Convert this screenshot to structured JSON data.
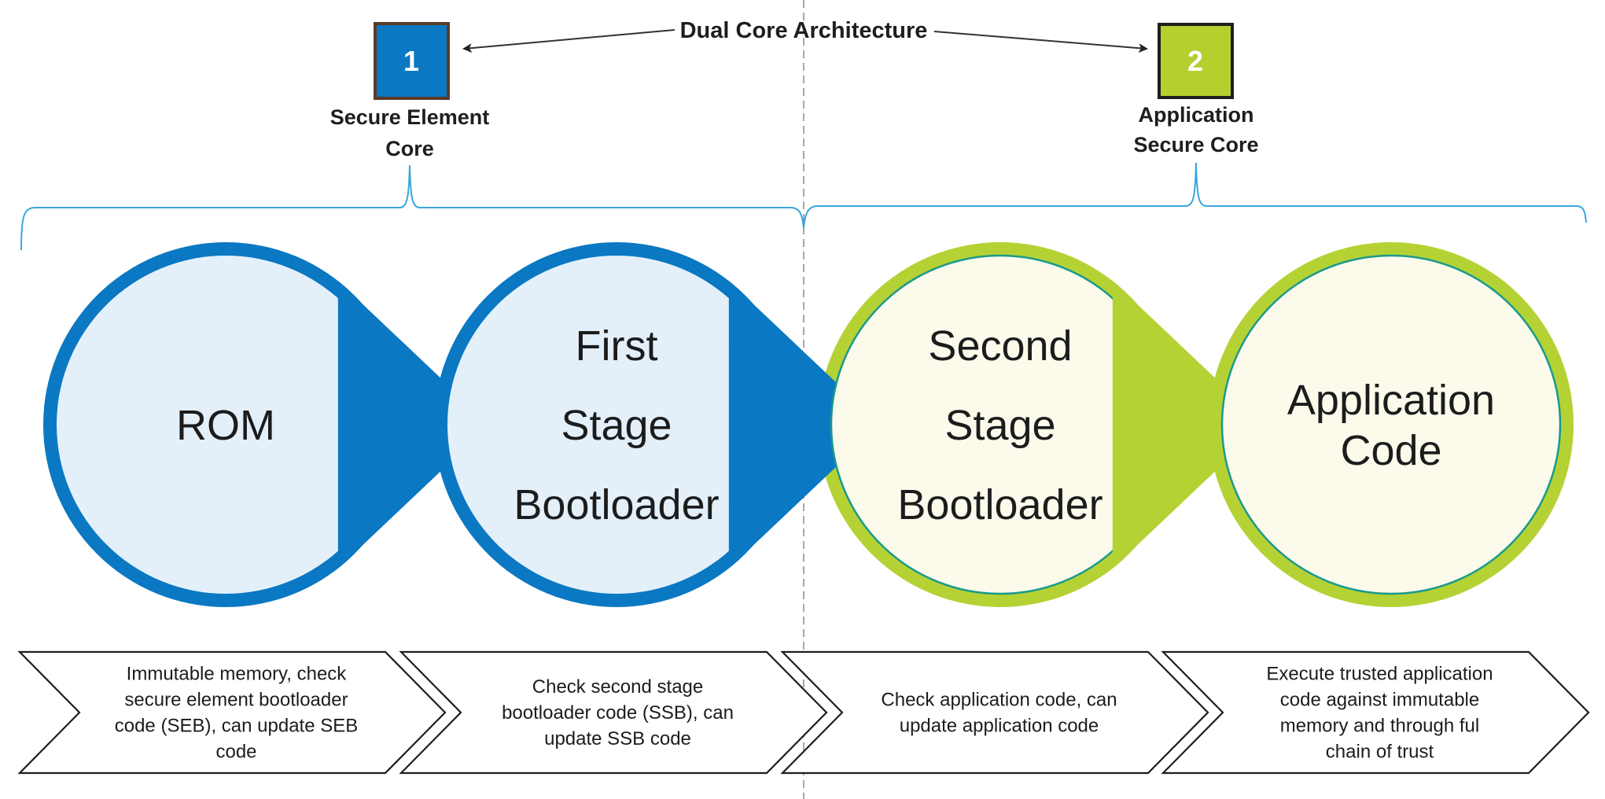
{
  "diagram": {
    "title": "Dual Core Architecture",
    "cores": [
      {
        "number": "1",
        "label_lines": [
          "Secure Element",
          "Core"
        ],
        "color": "#0a78c2",
        "border": "#5a3a2a"
      },
      {
        "number": "2",
        "label_lines": [
          "Application",
          "Secure Core"
        ],
        "color": "#b5cf2f",
        "border": "#1e1e1e"
      }
    ],
    "stages": [
      {
        "name": "ROM",
        "lines": [
          "ROM"
        ],
        "core": 1
      },
      {
        "name": "First Stage Bootloader",
        "lines": [
          "First",
          "Stage",
          "Bootloader"
        ],
        "core": 1
      },
      {
        "name": "Second Stage Bootloader",
        "lines": [
          "Second",
          "Stage",
          "Bootloader"
        ],
        "core": 2
      },
      {
        "name": "Application Code",
        "lines": [
          "Application",
          "Code"
        ],
        "core": 2
      }
    ],
    "descriptions": [
      {
        "lines": [
          "Immutable memory, check",
          "secure element bootloader",
          "code (SEB), can update SEB",
          "code"
        ]
      },
      {
        "lines": [
          "Check second stage",
          "bootloader code (SSB), can",
          "update SSB code"
        ]
      },
      {
        "lines": [
          "Check application code, can",
          "update application code"
        ]
      },
      {
        "lines": [
          "Execute trusted application",
          "code against immutable",
          "memory and through ful",
          "chain of trust"
        ]
      }
    ],
    "colors": {
      "blue_ring": "#0a78c2",
      "blue_fill": "#e3f0fa",
      "green_ring": "#b5d234",
      "green_fill": "#fbfaeb",
      "teal_inner": "#1a9a8c",
      "bracket": "#3aa6dc",
      "divider": "#8a8a8a"
    }
  }
}
